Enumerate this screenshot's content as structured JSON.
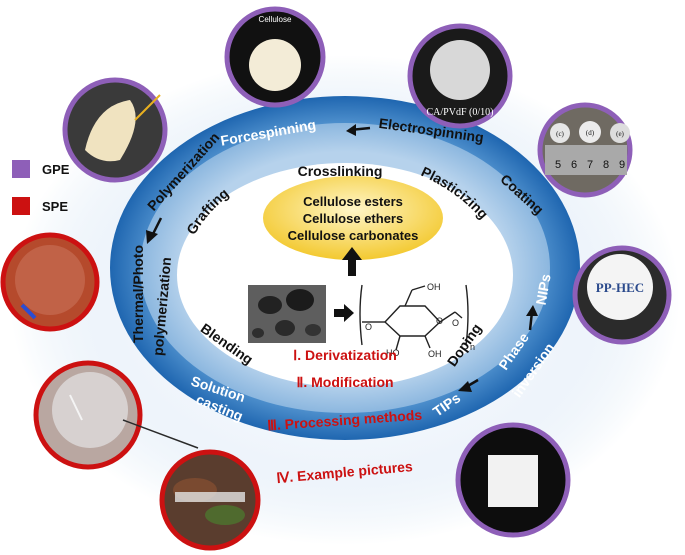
{
  "legend": [
    {
      "label": "GPE",
      "color": "#8e5fb8"
    },
    {
      "label": "SPE",
      "color": "#cc1111"
    }
  ],
  "center": {
    "lines": [
      "Cellulose esters",
      "Cellulose ethers",
      "Cellulose carbonates"
    ],
    "subscript": "n"
  },
  "levels": {
    "derivatization": "Ⅰ. Derivatization",
    "modification": "Ⅱ. Modification",
    "processing": "Ⅲ. Processing methods",
    "examples": "Ⅳ. Example pictures"
  },
  "modification_methods": [
    "Crosslinking",
    "Grafting",
    "Plasticizing",
    "Blending",
    "Doping"
  ],
  "processing_methods": {
    "forcespinning": "Forcespinning",
    "electrospinning": "Electrospinning",
    "coating": "Coating",
    "polymerization": "Polymerization",
    "thermal_photo": "Thermal/Photo",
    "polymerization2": "polymerization",
    "nips": "NIPs",
    "phase": "Phase",
    "inversion": "inversion",
    "tips": "TIPs",
    "solution": "Solution",
    "casting": "casting"
  },
  "photo_labels": {
    "cellulose": "Cellulose",
    "ca_pvdf": "CA/PVdF (0/10)",
    "pp_hec": "PP-HEC",
    "coating_c": "(c)",
    "coating_d": "(d)",
    "coating_e": "(e)",
    "ruler": [
      "5",
      "6",
      "7",
      "8",
      "9"
    ]
  },
  "colors": {
    "outer_ring": "#2f78bf",
    "middle_ring": "#9dc1e3",
    "halo": "#dbe9f5",
    "center_ellipse": "#f5d24a",
    "roman_red": "#cc1111",
    "gpe_border": "#8e5fb8",
    "spe_border": "#b01a1a"
  }
}
